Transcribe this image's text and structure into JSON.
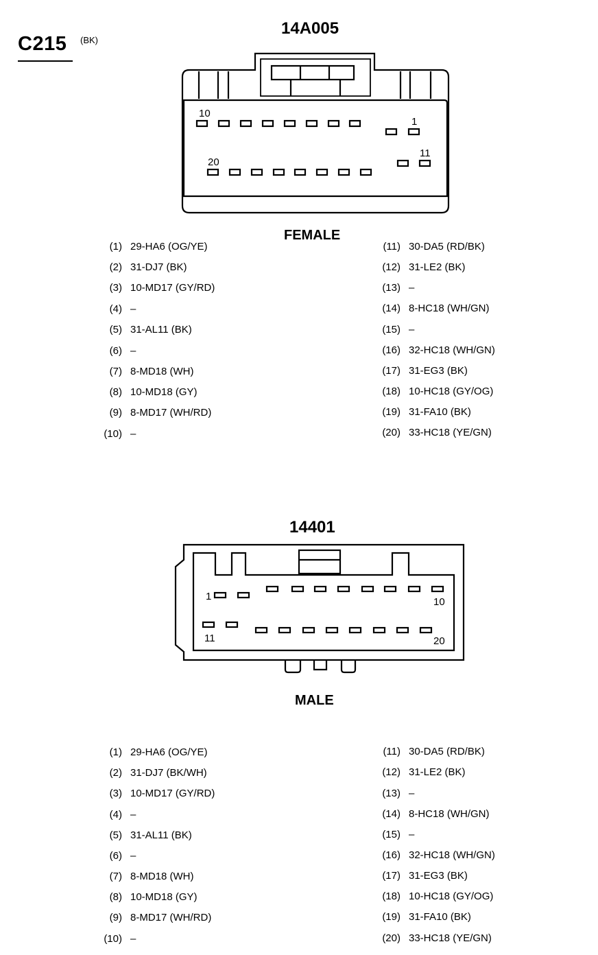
{
  "connector": {
    "id": "C215",
    "color": "(BK)"
  },
  "female": {
    "part_number": "14A005",
    "label": "FEMALE",
    "cavity_labels": {
      "p1": "1",
      "p10": "10",
      "p11": "11",
      "p20": "20"
    },
    "pins": [
      {
        "num": "(1)",
        "desc": "29-HA6 (OG/YE)"
      },
      {
        "num": "(2)",
        "desc": "31-DJ7 (BK)"
      },
      {
        "num": "(3)",
        "desc": "10-MD17 (GY/RD)"
      },
      {
        "num": "(4)",
        "desc": "–"
      },
      {
        "num": "(5)",
        "desc": "31-AL11 (BK)"
      },
      {
        "num": "(6)",
        "desc": "–"
      },
      {
        "num": "(7)",
        "desc": "8-MD18 (WH)"
      },
      {
        "num": "(8)",
        "desc": "10-MD18 (GY)"
      },
      {
        "num": "(9)",
        "desc": "8-MD17 (WH/RD)"
      },
      {
        "num": "(10)",
        "desc": "–"
      },
      {
        "num": "(11)",
        "desc": "30-DA5 (RD/BK)"
      },
      {
        "num": "(12)",
        "desc": "31-LE2 (BK)"
      },
      {
        "num": "(13)",
        "desc": "–"
      },
      {
        "num": "(14)",
        "desc": "8-HC18 (WH/GN)"
      },
      {
        "num": "(15)",
        "desc": "–"
      },
      {
        "num": "(16)",
        "desc": "32-HC18 (WH/GN)"
      },
      {
        "num": "(17)",
        "desc": "31-EG3 (BK)"
      },
      {
        "num": "(18)",
        "desc": "10-HC18 (GY/OG)"
      },
      {
        "num": "(19)",
        "desc": "31-FA10 (BK)"
      },
      {
        "num": "(20)",
        "desc": "33-HC18 (YE/GN)"
      }
    ]
  },
  "male": {
    "part_number": "14401",
    "label": "MALE",
    "cavity_labels": {
      "p1": "1",
      "p10": "10",
      "p11": "11",
      "p20": "20"
    },
    "pins": [
      {
        "num": "(1)",
        "desc": "29-HA6 (OG/YE)"
      },
      {
        "num": "(2)",
        "desc": "31-DJ7 (BK/WH)"
      },
      {
        "num": "(3)",
        "desc": "10-MD17 (GY/RD)"
      },
      {
        "num": "(4)",
        "desc": "–"
      },
      {
        "num": "(5)",
        "desc": "31-AL11 (BK)"
      },
      {
        "num": "(6)",
        "desc": "–"
      },
      {
        "num": "(7)",
        "desc": "8-MD18 (WH)"
      },
      {
        "num": "(8)",
        "desc": "10-MD18 (GY)"
      },
      {
        "num": "(9)",
        "desc": "8-MD17 (WH/RD)"
      },
      {
        "num": "(10)",
        "desc": "–"
      },
      {
        "num": "(11)",
        "desc": "30-DA5 (RD/BK)"
      },
      {
        "num": "(12)",
        "desc": "31-LE2 (BK)"
      },
      {
        "num": "(13)",
        "desc": "–"
      },
      {
        "num": "(14)",
        "desc": "8-HC18 (WH/GN)"
      },
      {
        "num": "(15)",
        "desc": "–"
      },
      {
        "num": "(16)",
        "desc": "32-HC18 (WH/GN)"
      },
      {
        "num": "(17)",
        "desc": "31-EG3 (BK)"
      },
      {
        "num": "(18)",
        "desc": "10-HC18 (GY/OG)"
      },
      {
        "num": "(19)",
        "desc": "31-FA10 (BK)"
      },
      {
        "num": "(20)",
        "desc": "33-HC18 (YE/GN)"
      }
    ]
  }
}
